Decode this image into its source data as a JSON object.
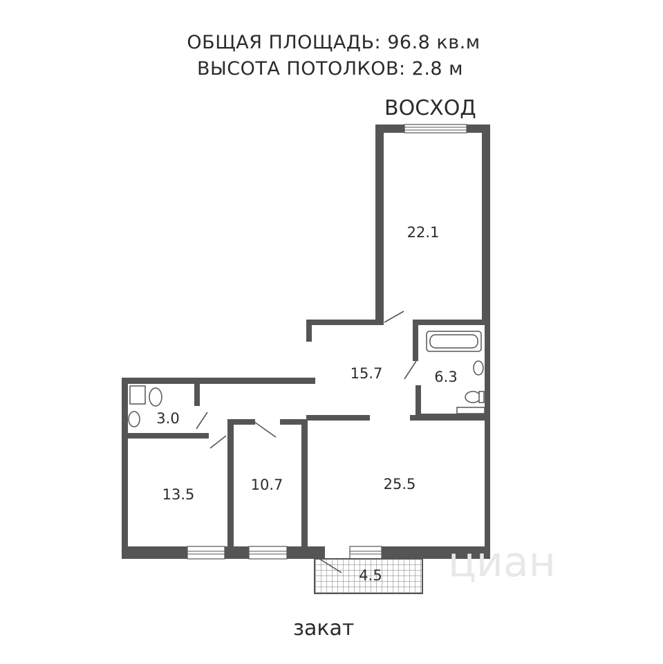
{
  "header": {
    "total_area": "ОБЩАЯ ПЛОЩАДЬ: 96.8 кв.м",
    "ceiling_height": "ВЫСОТА ПОТОЛКОВ: 2.8 м"
  },
  "directions": {
    "north": "ВОСХОД",
    "south": "закат"
  },
  "rooms": {
    "bedroom_top": "22.1",
    "hallway": "15.7",
    "bathroom": "6.3",
    "toilet": "3.0",
    "room_left": "13.5",
    "room_middle": "10.7",
    "living_room": "25.5",
    "balcony": "4.5"
  },
  "watermark": "циан",
  "colors": {
    "wall": "#555555",
    "text": "#2b2b2b"
  }
}
